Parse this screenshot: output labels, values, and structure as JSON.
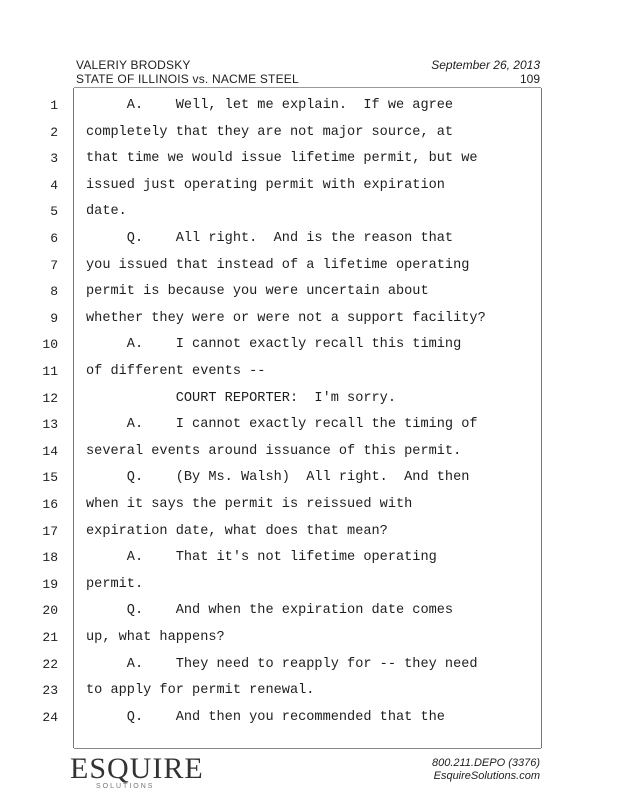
{
  "header": {
    "witness": "VALERIY BRODSKY",
    "case": "STATE OF ILLINOIS vs. NACME STEEL",
    "date": "September 26, 2013",
    "page_number": "109"
  },
  "lines": [
    {
      "n": "1",
      "text": "     A.    Well, let me explain.  If we agree"
    },
    {
      "n": "2",
      "text": "completely that they are not major source, at"
    },
    {
      "n": "3",
      "text": "that time we would issue lifetime permit, but we"
    },
    {
      "n": "4",
      "text": "issued just operating permit with expiration"
    },
    {
      "n": "5",
      "text": "date."
    },
    {
      "n": "6",
      "text": "     Q.    All right.  And is the reason that"
    },
    {
      "n": "7",
      "text": "you issued that instead of a lifetime operating"
    },
    {
      "n": "8",
      "text": "permit is because you were uncertain about"
    },
    {
      "n": "9",
      "text": "whether they were or were not a support facility?"
    },
    {
      "n": "10",
      "text": "     A.    I cannot exactly recall this timing"
    },
    {
      "n": "11",
      "text": "of different events --"
    },
    {
      "n": "12",
      "text": "           COURT REPORTER:  I'm sorry."
    },
    {
      "n": "13",
      "text": "     A.    I cannot exactly recall the timing of"
    },
    {
      "n": "14",
      "text": "several events around issuance of this permit."
    },
    {
      "n": "15",
      "text": "     Q.    (By Ms. Walsh)  All right.  And then"
    },
    {
      "n": "16",
      "text": "when it says the permit is reissued with"
    },
    {
      "n": "17",
      "text": "expiration date, what does that mean?"
    },
    {
      "n": "18",
      "text": "     A.    That it's not lifetime operating"
    },
    {
      "n": "19",
      "text": "permit."
    },
    {
      "n": "20",
      "text": "     Q.    And when the expiration date comes"
    },
    {
      "n": "21",
      "text": "up, what happens?"
    },
    {
      "n": "22",
      "text": "     A.    They need to reapply for -- they need"
    },
    {
      "n": "23",
      "text": "to apply for permit renewal."
    },
    {
      "n": "24",
      "text": "     Q.    And then you recommended that the"
    }
  ],
  "footer": {
    "logo": "ESQUIRE",
    "logo_sub": "SOLUTIONS",
    "phone": "800.211.DEPO (3376)",
    "website": "EsquireSolutions.com"
  }
}
